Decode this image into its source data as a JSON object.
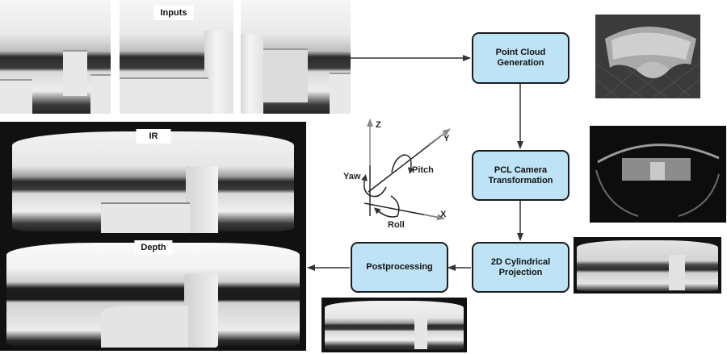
{
  "inputs": {
    "label": "Inputs",
    "images": [
      {
        "name": "input-photo-left"
      },
      {
        "name": "input-photo-center"
      },
      {
        "name": "input-photo-right"
      }
    ]
  },
  "outputs": {
    "ir_label": "IR",
    "depth_label": "Depth"
  },
  "pipeline": {
    "steps": [
      {
        "id": "point-cloud-generation",
        "line1": "Point Cloud",
        "line2": "Generation"
      },
      {
        "id": "pcl-camera-transformation",
        "line1": "PCL Camera",
        "line2": "Transformation"
      },
      {
        "id": "2d-cylindrical-projection",
        "line1": "2D Cylindrical",
        "line2": "Projection"
      },
      {
        "id": "postprocessing",
        "line1": "Postprocessing",
        "line2": ""
      }
    ]
  },
  "axes_diagram": {
    "z": "Z",
    "y": "Y",
    "x": "X",
    "yaw": "Yaw",
    "pitch": "Pitch",
    "roll": "Roll"
  },
  "colors": {
    "box_fill": "#bfe3f6",
    "box_border": "#1c1c1c",
    "arrow": "#333333",
    "axis_gray": "#8a8a8a"
  }
}
